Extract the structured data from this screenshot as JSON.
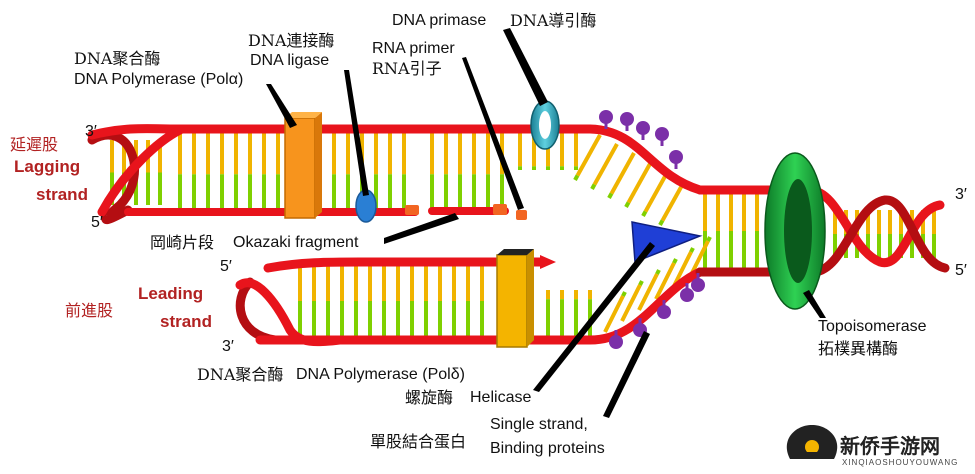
{
  "primes": {
    "lag_3": "3′",
    "lag_5": "5′",
    "lead_5": "5′",
    "lead_3": "3′",
    "right_3": "3′",
    "right_5": "5′"
  },
  "strands": {
    "lagging_cn": "延遲股",
    "lagging_en_1": "Lagging",
    "lagging_en_2": "strand",
    "leading_cn": "前進股",
    "leading_en_1": "Leading",
    "leading_en_2": "strand"
  },
  "labels": {
    "pol_alpha_cn": "DNA聚合酶",
    "pol_alpha_en": "DNA Polymerase (Polα)",
    "ligase_cn": "DNA連接酶",
    "ligase_en": "DNA ligase",
    "primase_en": "DNA primase",
    "primase_cn": "DNA導引酶",
    "primer_en": "RNA primer",
    "primer_cn": "RNA引子",
    "okazaki_cn": "岡崎片段",
    "okazaki_en": "Okazaki fragment",
    "pol_delta_cn": "DNA聚合酶",
    "pol_delta_en": "DNA Polymerase (Polδ)",
    "helicase_cn": "螺旋酶",
    "helicase_en": "Helicase",
    "ssb_cn": "單股結合蛋白",
    "ssb_en_1": "Single strand,",
    "ssb_en_2": "Binding proteins",
    "topo_en": "Topoisomerase",
    "topo_cn": "拓樸異構酶"
  },
  "watermark": {
    "name": "新侨手游网",
    "url": "XINQIAOSHOUYOUWANG"
  },
  "colors": {
    "backbone": "#e8141c",
    "backbone_dark": "#b40e12",
    "base_yellow": "#f0b400",
    "base_green": "#7fd000",
    "polymerase": "#f7941d",
    "polymerase_yellow": "#f4b400",
    "ligase": "#2a7fd4",
    "primase": "#2aa0b8",
    "primer": "#f26522",
    "helicase": "#1f3fd6",
    "ssb": "#7b2fa8",
    "topoisomerase": "#1aa33a"
  }
}
